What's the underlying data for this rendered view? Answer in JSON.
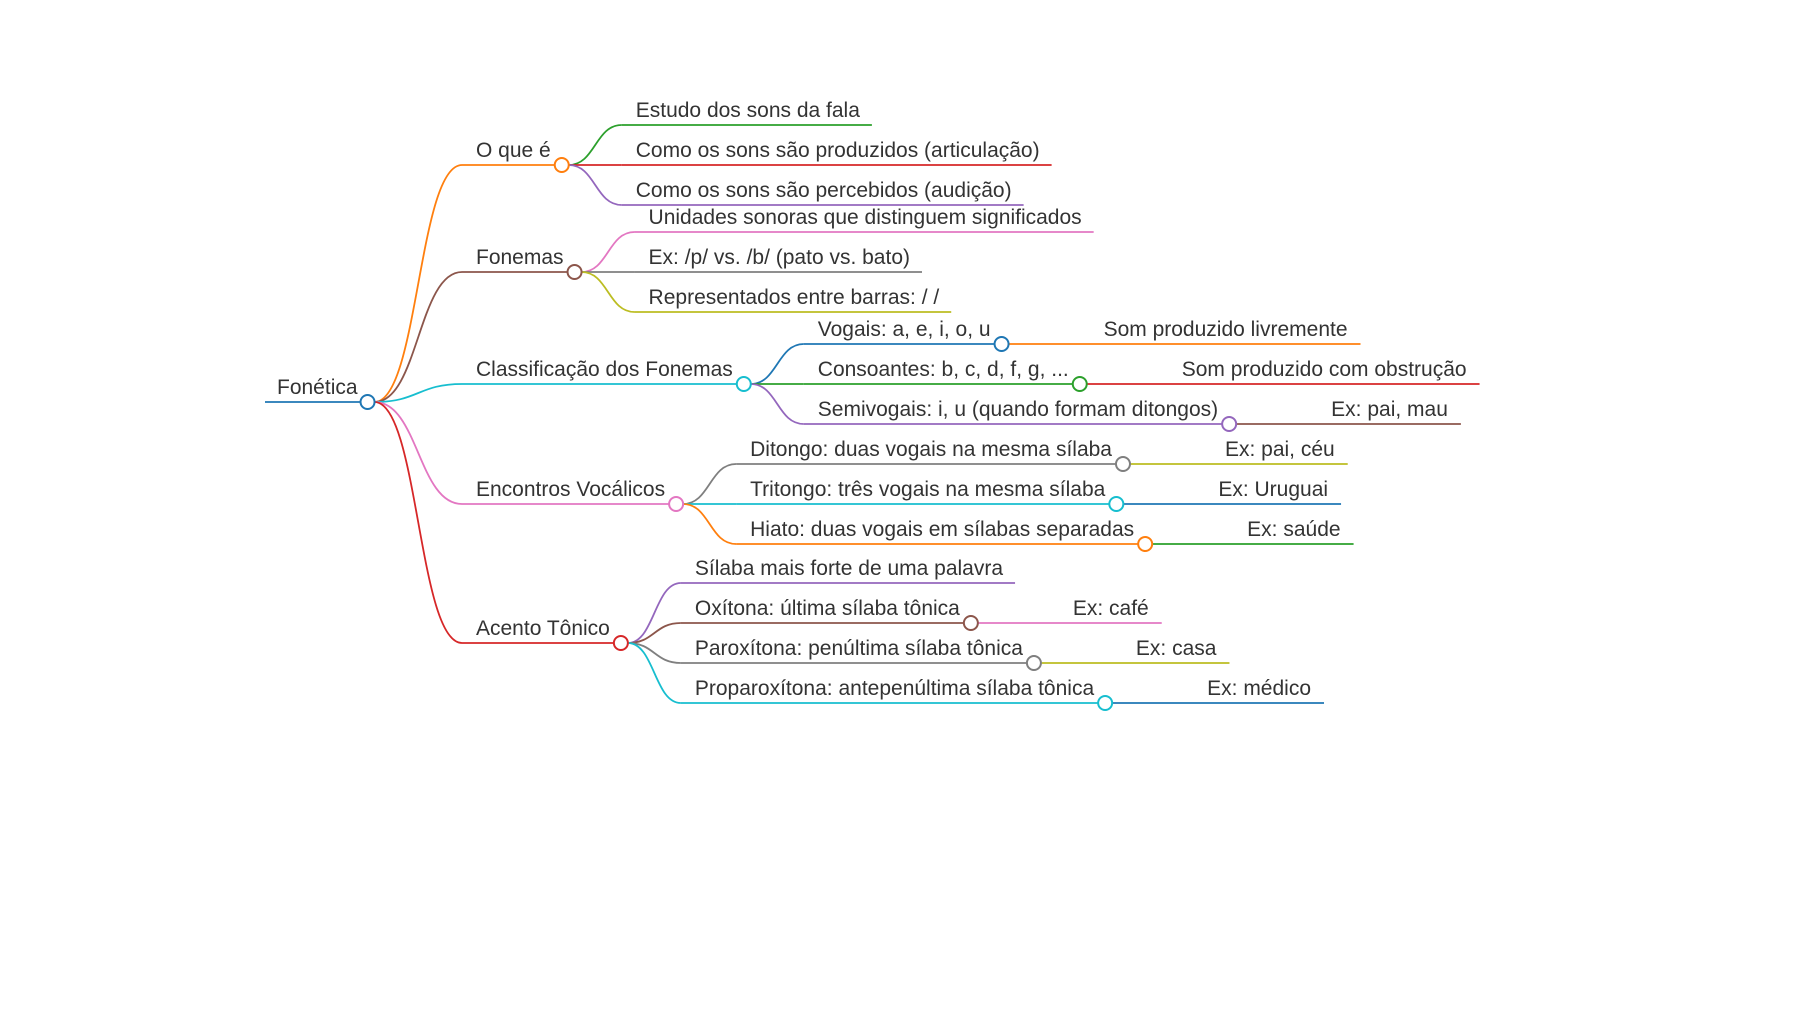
{
  "mindmap": {
    "root": {
      "label": "Fonética",
      "color": "#1f77b4"
    },
    "branches": [
      {
        "label": "O que é",
        "color": "#ff7f0e",
        "children": [
          {
            "label": "Estudo dos sons da fala",
            "color": "#2ca02c"
          },
          {
            "label": "Como os sons são produzidos (articulação)",
            "color": "#d62728"
          },
          {
            "label": "Como os sons são percebidos (audição)",
            "color": "#9467bd"
          }
        ]
      },
      {
        "label": "Fonemas",
        "color": "#8c564b",
        "children": [
          {
            "label": "Unidades sonoras que distinguem significados",
            "color": "#e377c2"
          },
          {
            "label": "Ex: /p/ vs. /b/ (pato vs. bato)",
            "color": "#7f7f7f"
          },
          {
            "label": "Representados entre barras: / /",
            "color": "#bcbd22"
          }
        ]
      },
      {
        "label": "Classificação dos Fonemas",
        "color": "#17becf",
        "children": [
          {
            "label": "Vogais: a, e, i, o, u",
            "color": "#1f77b4",
            "children": [
              {
                "label": "Som produzido livremente",
                "color": "#ff7f0e"
              }
            ]
          },
          {
            "label": "Consoantes: b, c, d, f, g, ...",
            "color": "#2ca02c",
            "children": [
              {
                "label": "Som produzido com obstrução",
                "color": "#d62728"
              }
            ]
          },
          {
            "label": "Semivogais: i, u (quando formam ditongos)",
            "color": "#9467bd",
            "children": [
              {
                "label": "Ex: pai, mau",
                "color": "#8c564b"
              }
            ]
          }
        ]
      },
      {
        "label": "Encontros Vocálicos",
        "color": "#e377c2",
        "children": [
          {
            "label": "Ditongo: duas vogais na mesma sílaba",
            "color": "#7f7f7f",
            "children": [
              {
                "label": "Ex: pai, céu",
                "color": "#bcbd22"
              }
            ]
          },
          {
            "label": "Tritongo: três vogais na mesma sílaba",
            "color": "#17becf",
            "children": [
              {
                "label": "Ex: Uruguai",
                "color": "#1f77b4"
              }
            ]
          },
          {
            "label": "Hiato: duas vogais em sílabas separadas",
            "color": "#ff7f0e",
            "children": [
              {
                "label": "Ex: saúde",
                "color": "#2ca02c"
              }
            ]
          }
        ]
      },
      {
        "label": "Acento Tônico",
        "color": "#d62728",
        "children": [
          {
            "label": "Sílaba mais forte de uma palavra",
            "color": "#9467bd"
          },
          {
            "label": "Oxítona: última sílaba tônica",
            "color": "#8c564b",
            "children": [
              {
                "label": "Ex: café",
                "color": "#e377c2"
              }
            ]
          },
          {
            "label": "Paroxítona: penúltima sílaba tônica",
            "color": "#7f7f7f",
            "children": [
              {
                "label": "Ex: casa",
                "color": "#bcbd22"
              }
            ]
          },
          {
            "label": "Proparoxítona: antepenúltima sílaba tônica",
            "color": "#17becf",
            "children": [
              {
                "label": "Ex: médico",
                "color": "#1f77b4"
              }
            ]
          }
        ]
      }
    ]
  }
}
